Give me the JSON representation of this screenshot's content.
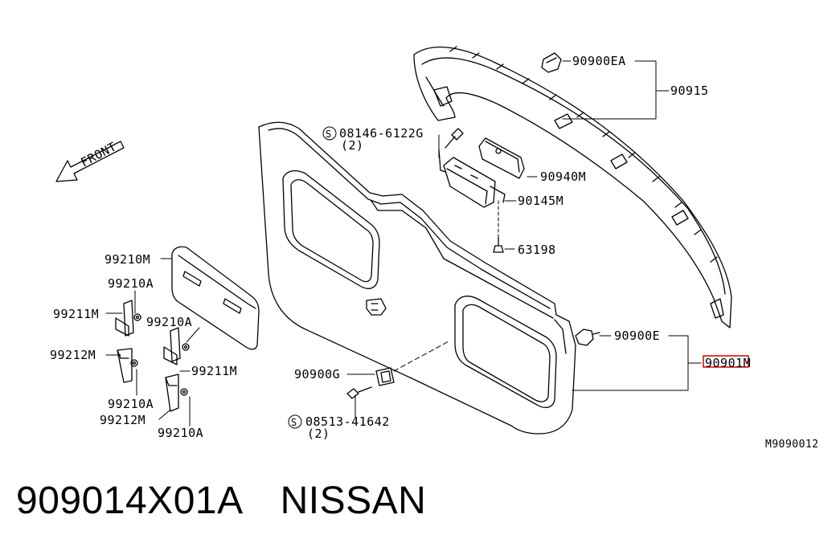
{
  "diagram": {
    "front_label": "FRONT",
    "labels": {
      "l_90900EA": "90900EA",
      "l_90915": "90915",
      "l_08146": "08146-6122G",
      "l_08146_qty": "(2)",
      "l_90940M": "90940M",
      "l_90145M": "90145M",
      "l_63198": "63198",
      "l_99210M": "99210M",
      "l_99210A_1": "99210A",
      "l_99211M_1": "99211M",
      "l_99210A_2": "99210A",
      "l_99212M_1": "99212M",
      "l_99211M_2": "99211M",
      "l_99210A_3": "99210A",
      "l_99212M_2": "99212M",
      "l_99210A_4": "99210A",
      "l_90900E": "90900E",
      "l_90901M": "90901M",
      "l_90900G": "90900G",
      "l_08513": "08513-41642",
      "l_08513_qty": "(2)",
      "ref_code": "M9090012"
    },
    "highlight_color": "#d00000"
  },
  "caption": {
    "part_number": "909014X01A",
    "brand": "NISSAN"
  }
}
